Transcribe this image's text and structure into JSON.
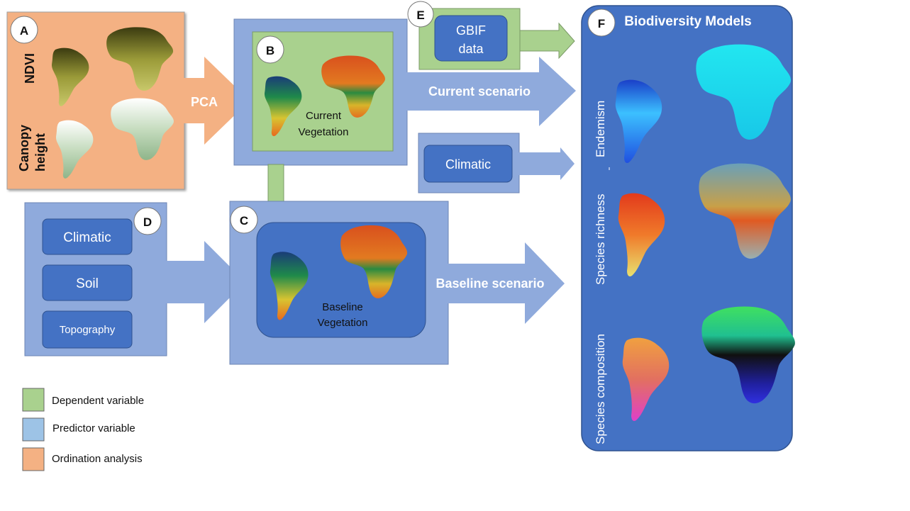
{
  "panels": {
    "A": {
      "badge": "A",
      "ndvi_label": "NDVI",
      "canopy_line1": "Canopy",
      "canopy_line2": "height"
    },
    "B": {
      "badge": "B",
      "map_label_line1": "Current",
      "map_label_line2": "Vegetation"
    },
    "C": {
      "badge": "C",
      "map_label_line1": "Baseline",
      "map_label_line2": "Vegetation"
    },
    "D": {
      "badge": "D",
      "items": [
        "Climatic",
        "Soil",
        "Topography"
      ]
    },
    "E": {
      "badge": "E",
      "line1": "GBIF",
      "line2": "data"
    },
    "F": {
      "badge": "F",
      "title": "Biodiversity Models",
      "rows": [
        "Endemism",
        "Species richness",
        "Species composition"
      ]
    }
  },
  "arrows": {
    "pca": "PCA",
    "current_scenario": "Current scenario",
    "baseline_scenario": "Baseline scenario",
    "climatic_box": "Climatic"
  },
  "legend": [
    {
      "label": "Dependent variable",
      "color": "#a9d18e"
    },
    {
      "label": "Predictor variable",
      "color": "#9dc3e6"
    },
    {
      "label": "Ordination analysis",
      "color": "#f4b183"
    }
  ],
  "colors": {
    "ordination": "#f4b183",
    "predictor_light": "#8faadc",
    "predictor_dark": "#4472c4",
    "dependent": "#a9d18e"
  }
}
